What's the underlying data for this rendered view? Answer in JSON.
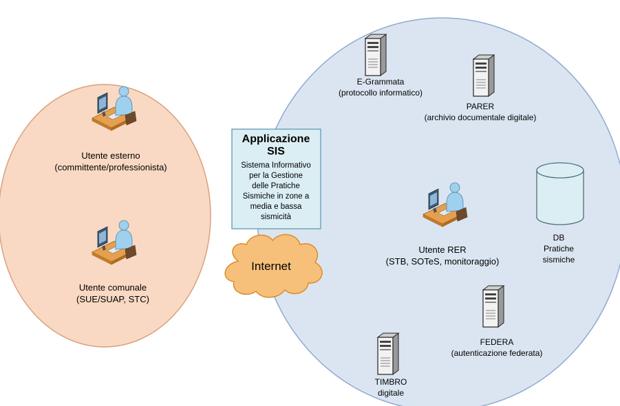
{
  "colors": {
    "left_circle_fill": "#f9d9c3",
    "left_circle_stroke": "#e79a6a",
    "right_circle_fill": "#dbe5f1",
    "right_circle_stroke": "#8fa9cf",
    "overlap_fill": "#dcc8c6",
    "app_box_fill": "#dbeef3",
    "app_box_stroke": "#6fa6b8",
    "cloud_fill": "#f7c07a",
    "cloud_stroke": "#d98c2a",
    "db_fill": "#dbeef3",
    "db_stroke": "#4a6f7a"
  },
  "left_group": {
    "user_external": {
      "icon": "workstation-user-icon",
      "lines": [
        "Utente esterno",
        "(committente/professionista)"
      ]
    },
    "user_municipal": {
      "icon": "workstation-user-icon",
      "lines": [
        "Utente comunale",
        "(SUE/SUAP, STC)"
      ]
    }
  },
  "overlap": {
    "application": {
      "title_lines": [
        "Applicazione",
        "SIS"
      ],
      "body_lines": [
        "Sistema Informativo",
        "per la Gestione",
        "delle Pratiche",
        "Sismiche in zone a",
        "media e bassa",
        "sismicità"
      ]
    },
    "internet": {
      "icon": "cloud-icon",
      "label": "Internet"
    }
  },
  "right_group": {
    "egrammata": {
      "icon": "server-icon",
      "lines": [
        "E-Grammata",
        "(protocollo informatico)"
      ]
    },
    "parer": {
      "icon": "server-icon",
      "lines": [
        "PARER",
        "(archivio documentale digitale)"
      ]
    },
    "user_rer": {
      "icon": "workstation-user-icon",
      "lines": [
        "Utente RER",
        "(STB, SOTeS, monitoraggio)"
      ]
    },
    "db": {
      "icon": "database-icon",
      "lines": [
        "DB",
        "Pratiche",
        "sismiche"
      ]
    },
    "federa": {
      "icon": "server-icon",
      "lines": [
        "FEDERA",
        "(autenticazione federata)"
      ]
    },
    "timbro": {
      "icon": "server-icon",
      "lines": [
        "TIMBRO",
        "digitale"
      ]
    }
  }
}
